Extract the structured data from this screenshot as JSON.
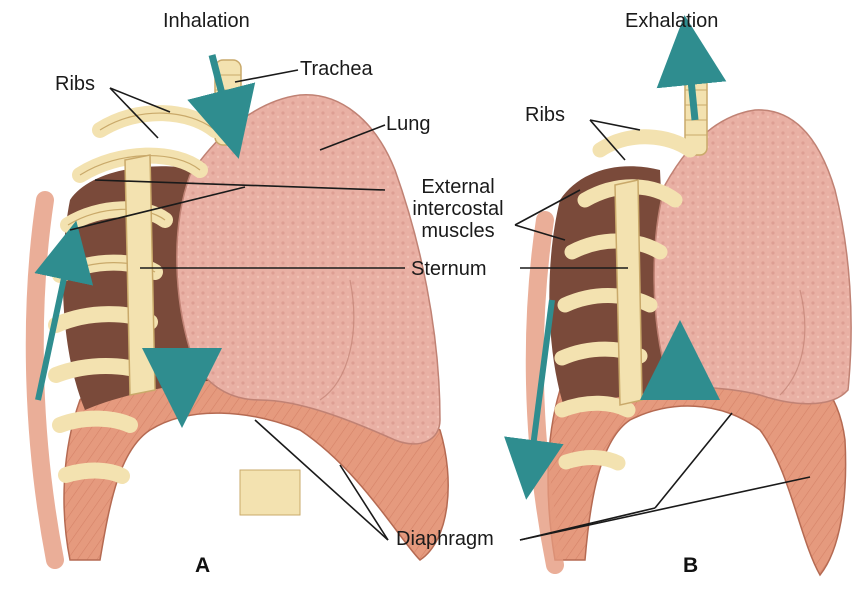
{
  "panels": {
    "a": {
      "title": "Inhalation",
      "letter": "A"
    },
    "b": {
      "title": "Exhalation",
      "letter": "B"
    }
  },
  "labels": {
    "trachea": "Trachea",
    "ribs_a": "Ribs",
    "lung": "Lung",
    "ribs_b": "Ribs",
    "external_line1": "External",
    "external_line2": "intercostal",
    "external_line3": "muscles",
    "sternum": "Sternum",
    "diaphragm": "Diaphragm"
  },
  "colors": {
    "lung": "#e9b0a4",
    "lung_dark": "#cf8e82",
    "rib": "#f3e2b0",
    "rib_edge": "#c9a96a",
    "muscle": "#e59a7e",
    "muscle_dark": "#c9735a",
    "cavity": "#7a4a3a",
    "arrow": "#2f8d8f",
    "leader": "#1a1a1a"
  }
}
